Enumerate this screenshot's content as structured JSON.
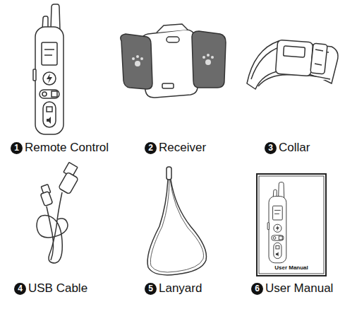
{
  "diagram": {
    "labels": [
      "1",
      "Remote Control",
      "2",
      "Receiver",
      "3",
      "Collar",
      "4",
      "USB Cable",
      "5",
      "Lanyard",
      "6",
      "User Manual",
      "User Manual"
    ]
  }
}
